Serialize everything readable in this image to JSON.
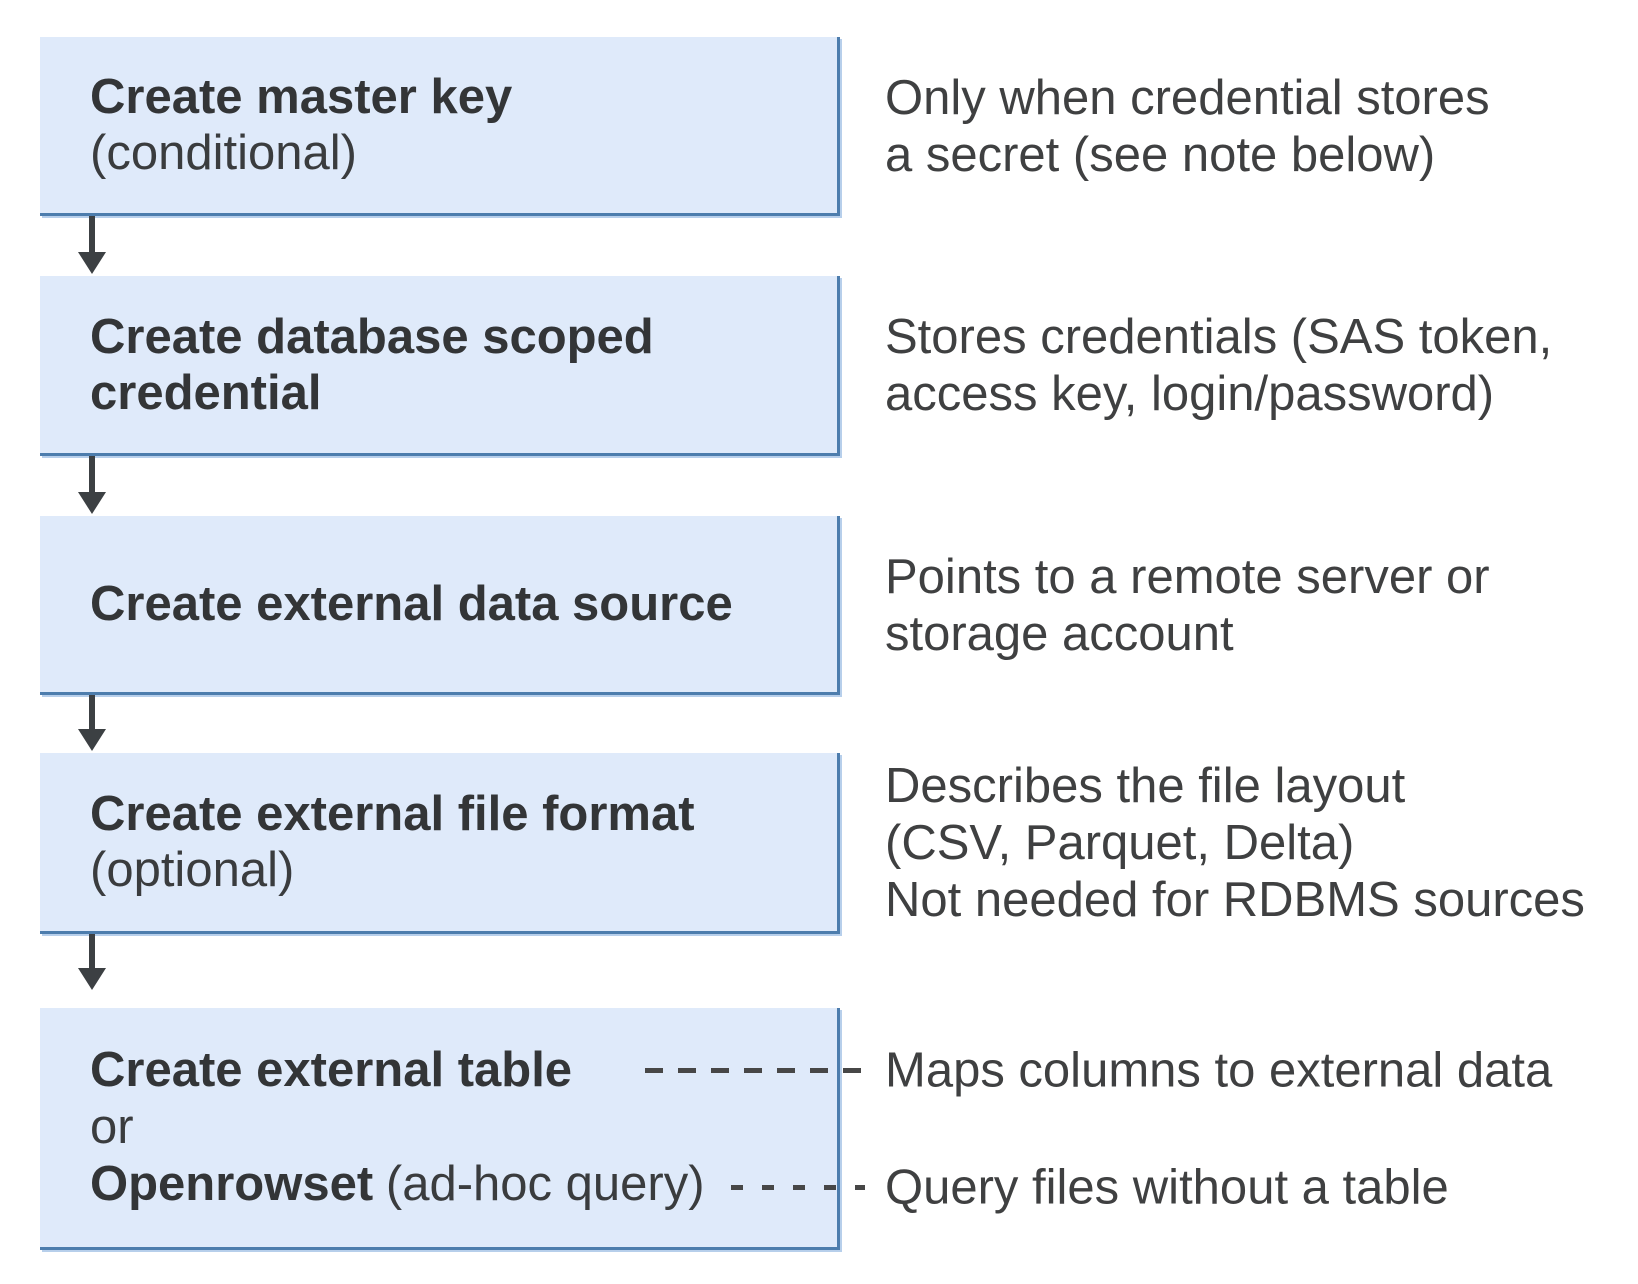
{
  "colors": {
    "box_fill": "#dfeafa",
    "box_border": "#4d7dad",
    "box_shadow_edge": "#b7cfeb",
    "arrow": "#3c4043",
    "title_text": "#333537",
    "annotation_text": "#3f4041",
    "dashed_connector": "#474747"
  },
  "flow": {
    "steps": [
      {
        "title": "Create master key",
        "qualifier": "(conditional)",
        "annotation": [
          "Only when credential stores",
          "a secret (see note below)"
        ]
      },
      {
        "title_lines": [
          "Create database scoped",
          "credential"
        ],
        "annotation": [
          "Stores credentials (SAS token,",
          "access key, login/password)"
        ]
      },
      {
        "title": "Create external data source",
        "annotation": [
          "Points to a remote server or",
          "storage account"
        ]
      },
      {
        "title": "Create external file format",
        "qualifier": "(optional)",
        "annotation": [
          "Describes the file layout",
          "(CSV, Parquet, Delta)",
          "Not needed for RDBMS sources"
        ]
      },
      {
        "option1": "Create external table",
        "conjunction": "or",
        "option2_bold": "Openrowset",
        "option2_regular": "(ad-hoc query)",
        "connector_notes": [
          "Maps columns to external data",
          "Query files without a table"
        ]
      }
    ]
  }
}
